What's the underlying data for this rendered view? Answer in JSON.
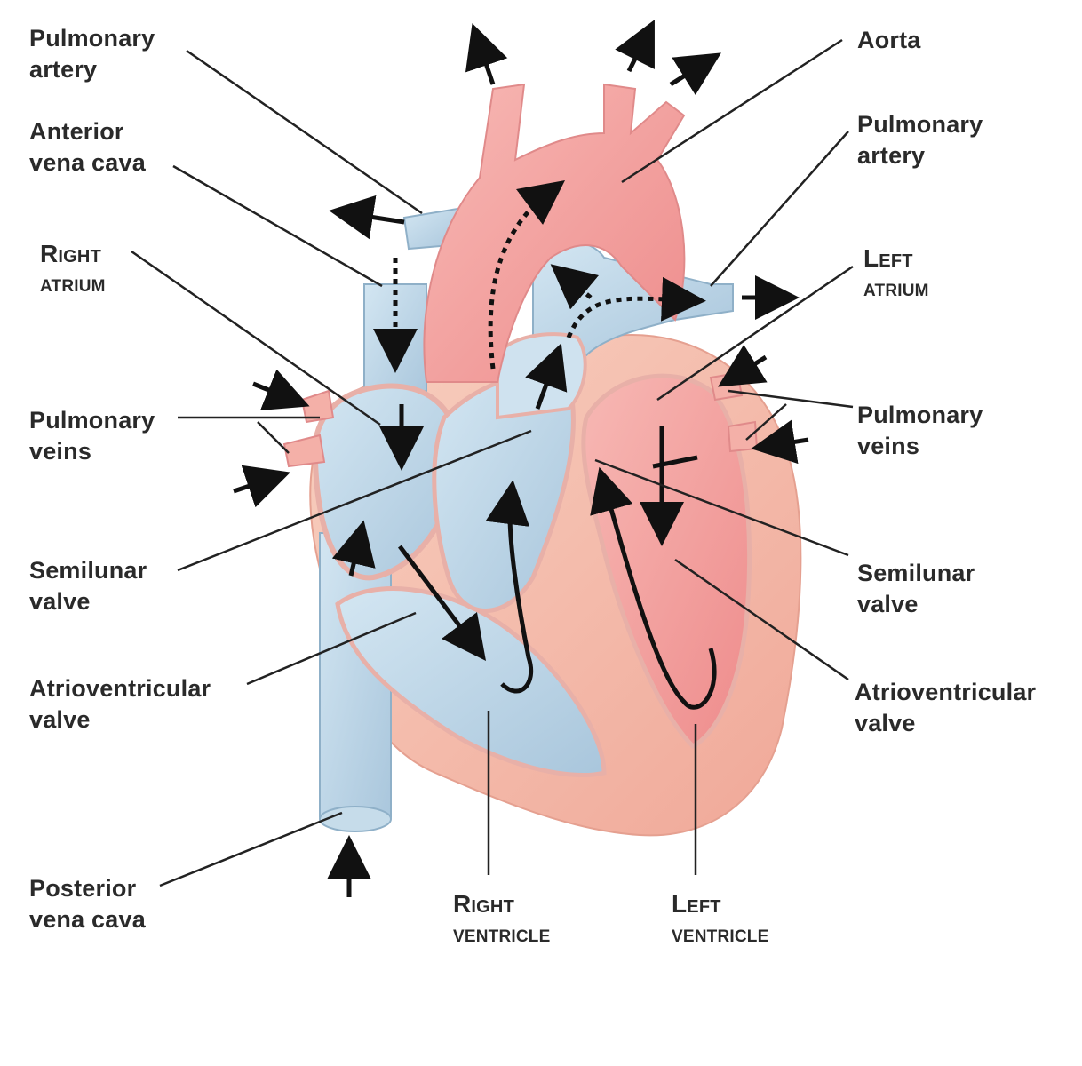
{
  "labels": {
    "pulmonary_artery_left": [
      "Pulmonary",
      "artery"
    ],
    "anterior_vena_cava": [
      "Anterior",
      "vena cava"
    ],
    "right_atrium": [
      "Right",
      "atrium"
    ],
    "pulmonary_veins_left": [
      "Pulmonary",
      "veins"
    ],
    "semilunar_valve_left": [
      "Semilunar",
      "valve"
    ],
    "av_valve_left": [
      "Atrioventricular",
      "valve"
    ],
    "posterior_vena_cava": [
      "Posterior",
      "vena cava"
    ],
    "right_ventricle": [
      "Right",
      "ventricle"
    ],
    "left_ventricle": [
      "Left",
      "ventricle"
    ],
    "aorta": [
      "Aorta"
    ],
    "pulmonary_artery_right": [
      "Pulmonary",
      "artery"
    ],
    "left_atrium": [
      "Left",
      "atrium"
    ],
    "pulmonary_veins_right": [
      "Pulmonary",
      "veins"
    ],
    "semilunar_valve_right": [
      "Semilunar",
      "valve"
    ],
    "av_valve_right": [
      "Atrioventricular",
      "valve"
    ]
  },
  "colors": {
    "deoxygenated_blue": "#bcd6e8",
    "oxygenated_red": "#f3a4a4",
    "muscle": "#f4c2b0",
    "line": "#222222"
  }
}
